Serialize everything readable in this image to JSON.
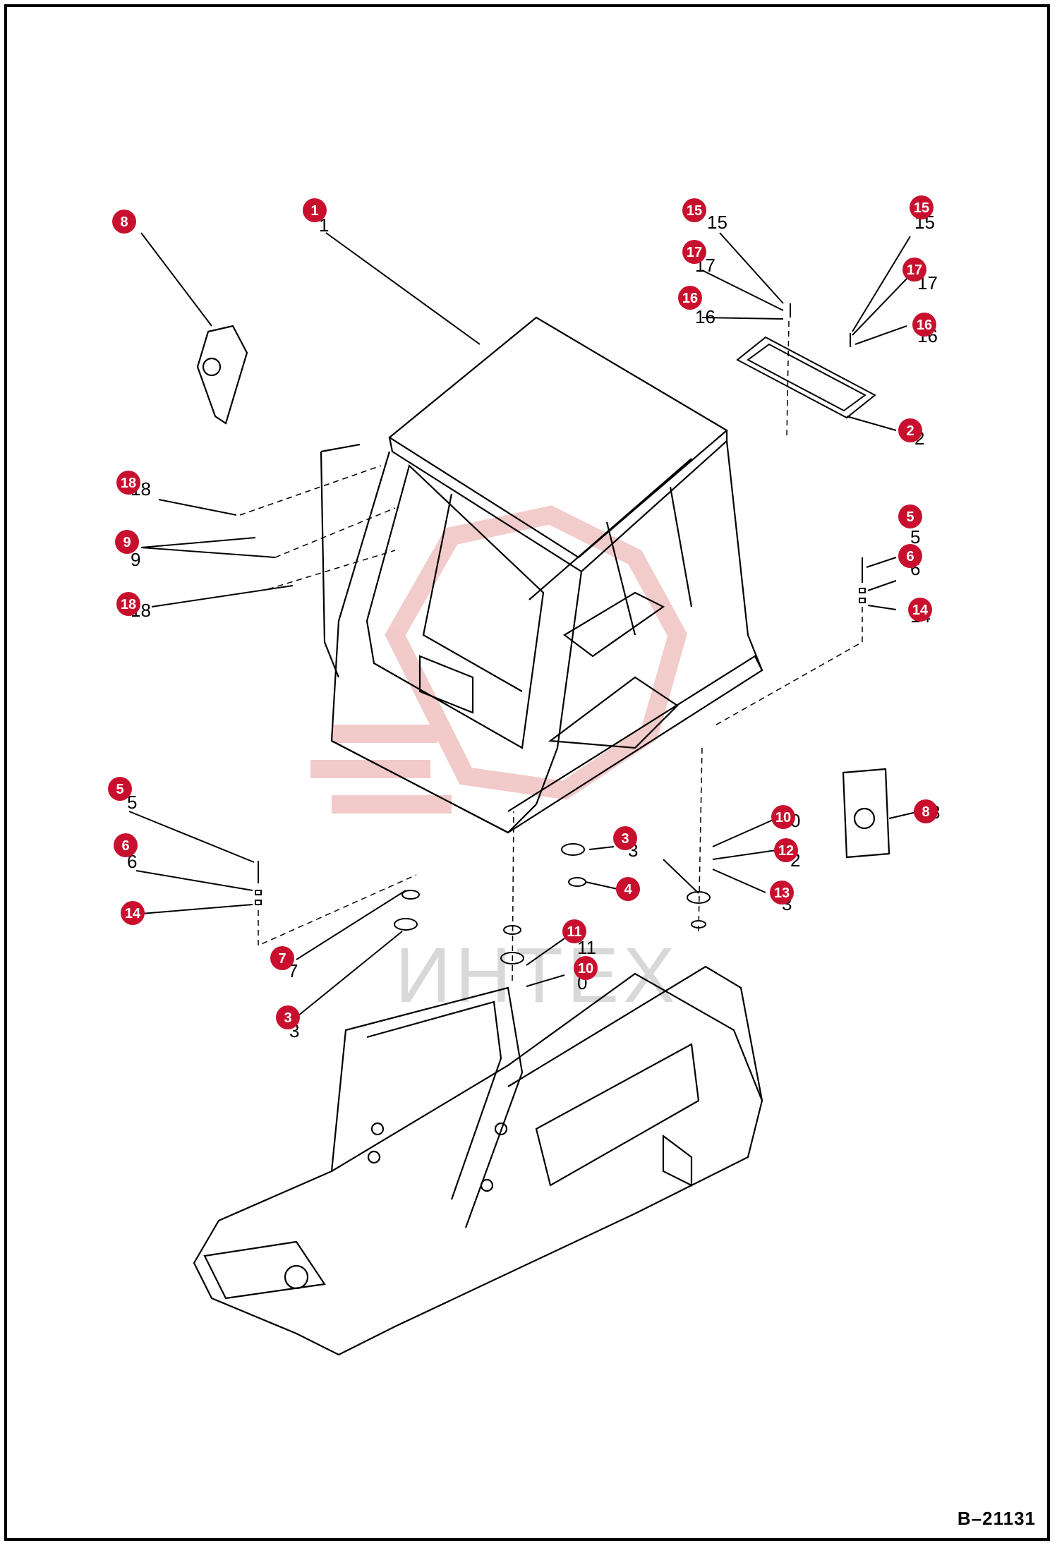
{
  "drawing_number": "B–21131",
  "watermark_text": "ИНТЕХ",
  "colors": {
    "callout": "#c8102e",
    "watermark": "#e8a0a0",
    "line": "#000000"
  },
  "callouts": [
    "1",
    "2",
    "3",
    "3",
    "4",
    "5",
    "5",
    "6",
    "6",
    "7",
    "8",
    "8",
    "9",
    "10",
    "10",
    "11",
    "12",
    "13",
    "14",
    "14",
    "15",
    "15",
    "16",
    "16",
    "17",
    "17",
    "18",
    "18"
  ]
}
